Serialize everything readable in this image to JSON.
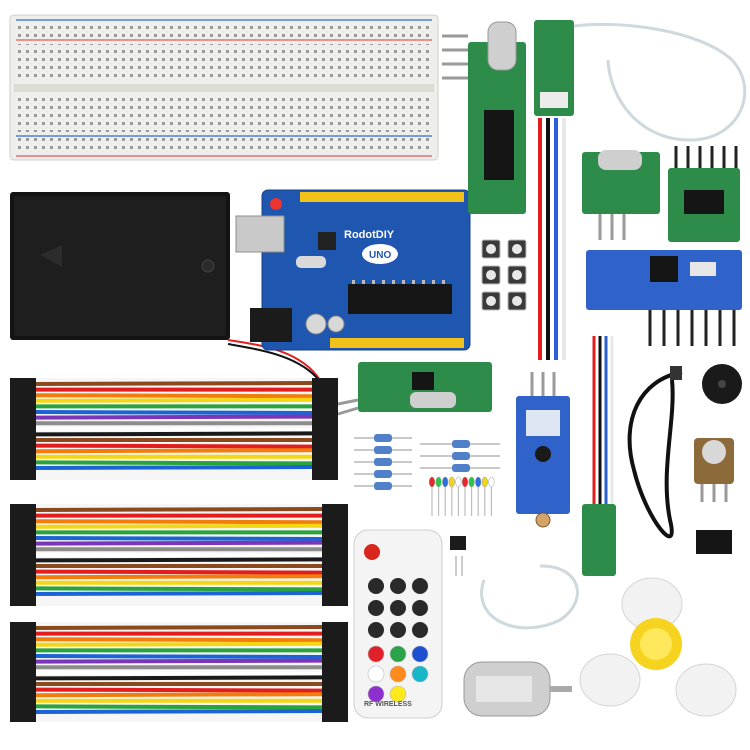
{
  "scene": {
    "kind": "product-photo",
    "background": "#ffffff",
    "board": {
      "brand_label": "RodotDIY",
      "model_label": "UNO",
      "pcb_color": "#1f56b0",
      "header_color": "#f2c21b"
    },
    "remote": {
      "brand_label": "RF WIRELESS",
      "body_color": "#f4f4f4",
      "power_color": "#d9261c",
      "button_colors": [
        "#e0212a",
        "#2aa34a",
        "#1f4fd1",
        "#ffffff",
        "#ff8a1c",
        "#17b6c8",
        "#8e2fd0",
        "#ffe81c"
      ]
    },
    "jumper_colors": [
      "#8b4a1e",
      "#e21d1d",
      "#f27d0c",
      "#f4d712",
      "#29a33b",
      "#1c63d6",
      "#7a35b8",
      "#8c8c8c",
      "#ffffff",
      "#1a1a1a"
    ],
    "led_colors": [
      "#e62828",
      "#2ec44a",
      "#2a6fe0",
      "#f2d51a",
      "#ffffff",
      "#e62828",
      "#2ec44a",
      "#2a6fe0",
      "#f2d51a",
      "#ffffff"
    ],
    "components": [
      "breadboard",
      "battery-box",
      "uno-board",
      "rf-receiver-module",
      "rf-transmitter-module",
      "antenna-wire",
      "tactile-buttons",
      "relay-module",
      "wireless-receiver-board",
      "photoresistor-module",
      "usb-cable",
      "buzzer",
      "potentiometer",
      "ic-chip",
      "jumper-wire-bundles",
      "resistors",
      "leds",
      "rf-remote-control",
      "dc-motor",
      "fan-propeller"
    ]
  }
}
